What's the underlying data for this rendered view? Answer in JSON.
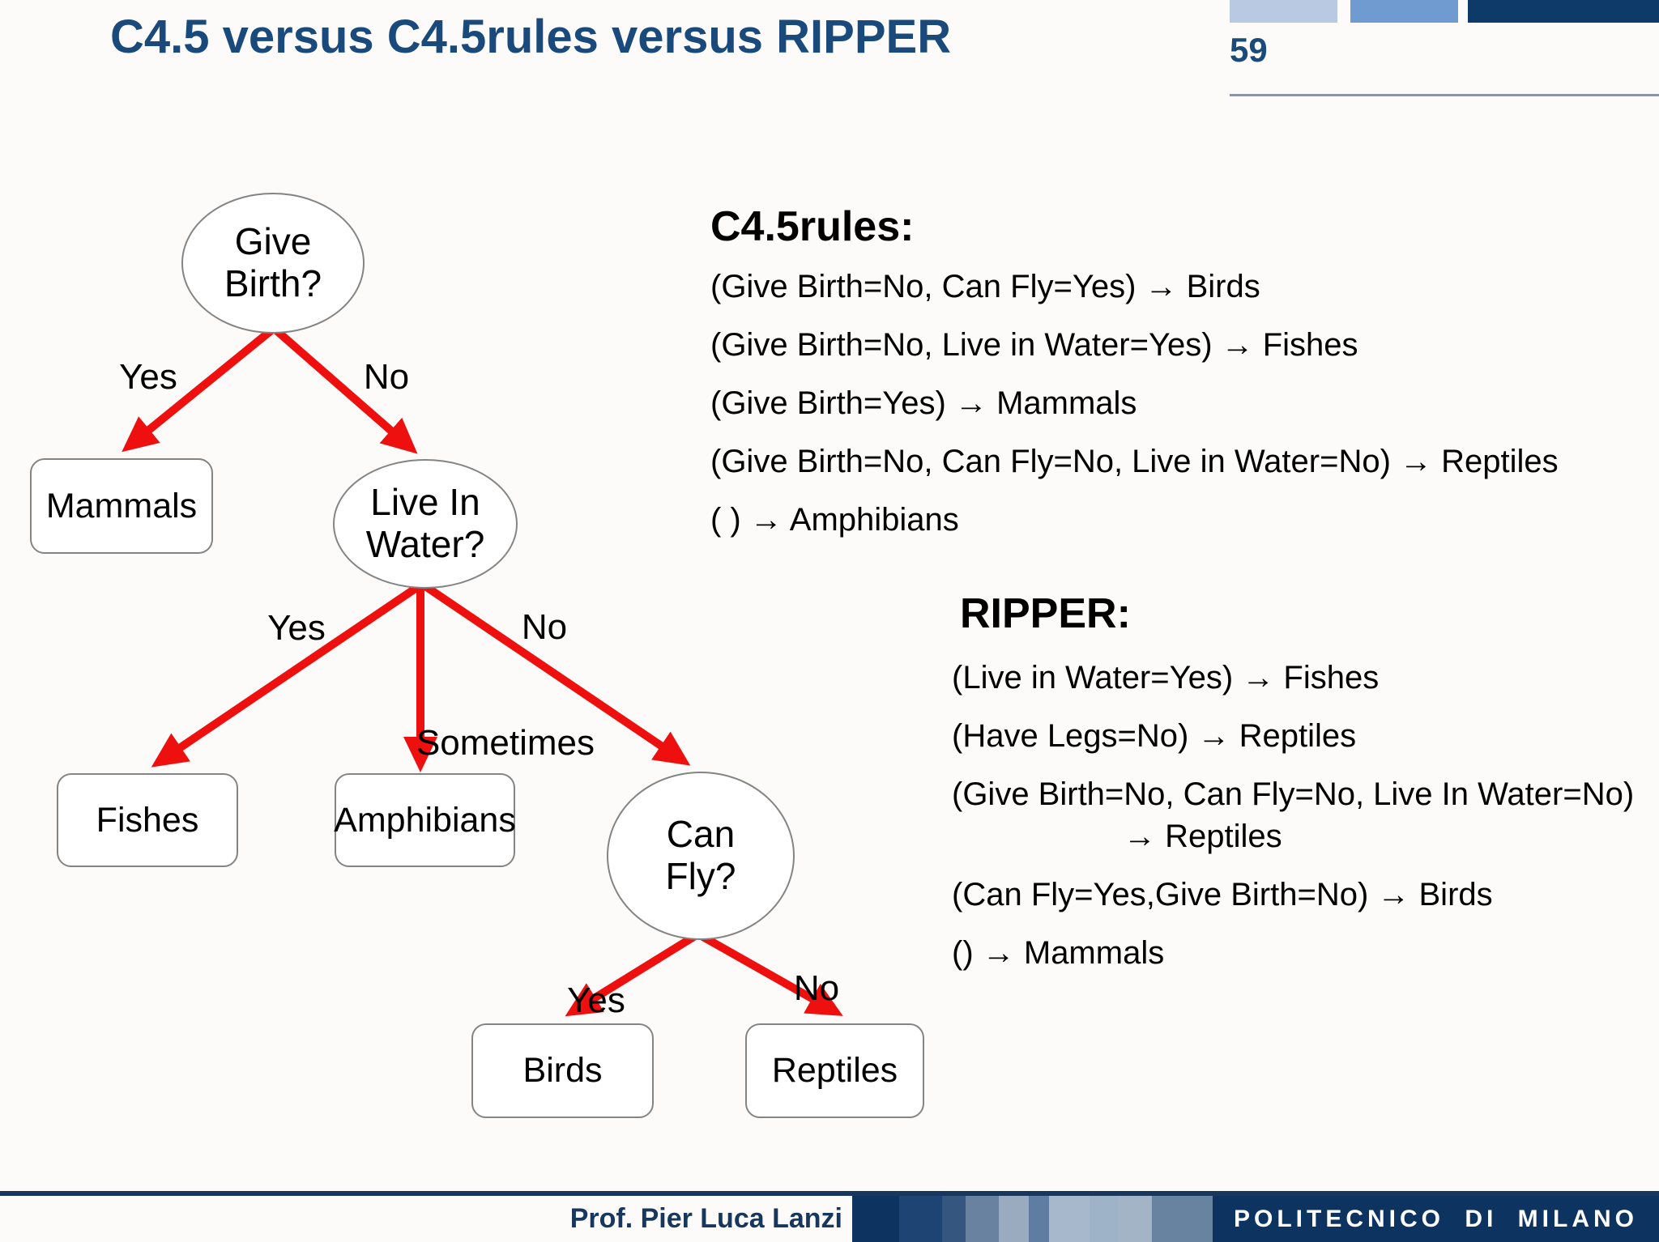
{
  "slide": {
    "title": "C4.5 versus C4.5rules versus RIPPER",
    "page_number": "59"
  },
  "tree": {
    "decision_nodes": [
      {
        "id": "give-birth",
        "line1": "Give",
        "line2": "Birth?"
      },
      {
        "id": "live-in-water",
        "line1": "Live In",
        "line2": "Water?"
      },
      {
        "id": "can-fly",
        "line1": "Can",
        "line2": "Fly?"
      }
    ],
    "leaf_nodes": [
      {
        "id": "mammals",
        "label": "Mammals"
      },
      {
        "id": "fishes",
        "label": "Fishes"
      },
      {
        "id": "amphibians",
        "label": "Amphibians"
      },
      {
        "id": "birds",
        "label": "Birds"
      },
      {
        "id": "reptiles",
        "label": "Reptiles"
      }
    ],
    "edge_labels": [
      {
        "id": "give-birth-yes",
        "label": "Yes"
      },
      {
        "id": "give-birth-no",
        "label": "No"
      },
      {
        "id": "water-yes",
        "label": "Yes"
      },
      {
        "id": "water-sometimes",
        "label": "Sometimes"
      },
      {
        "id": "water-no",
        "label": "No"
      },
      {
        "id": "fly-yes",
        "label": "Yes"
      },
      {
        "id": "fly-no",
        "label": "No"
      }
    ]
  },
  "c45rules": {
    "heading": "C4.5rules:",
    "rules": [
      "(Give Birth=No, Can Fly=Yes) → Birds",
      "(Give Birth=No, Live in Water=Yes) → Fishes",
      "(Give Birth=Yes) → Mammals",
      "(Give Birth=No, Can Fly=No, Live in Water=No) → Reptiles",
      "( ) → Amphibians"
    ]
  },
  "ripper": {
    "heading": "RIPPER:",
    "rules": [
      "(Live in Water=Yes) → Fishes",
      "(Have Legs=No) → Reptiles",
      "(Give Birth=No, Can Fly=No, Live In Water=No)",
      "→ Reptiles",
      "(Can Fly=Yes,Give Birth=No) → Birds",
      "() → Mammals"
    ]
  },
  "footer": {
    "author": "Prof. Pier Luca Lanzi",
    "institution": "POLITECNICO DI MILANO"
  },
  "colors": {
    "title_navy": "#1a4a7c",
    "footer_navy": "#0d3360",
    "square_light": "#b9c9e2",
    "square_medium": "#6f9bd0",
    "square_dark": "#0d3a68",
    "arrow_red": "#ee0f0f"
  }
}
